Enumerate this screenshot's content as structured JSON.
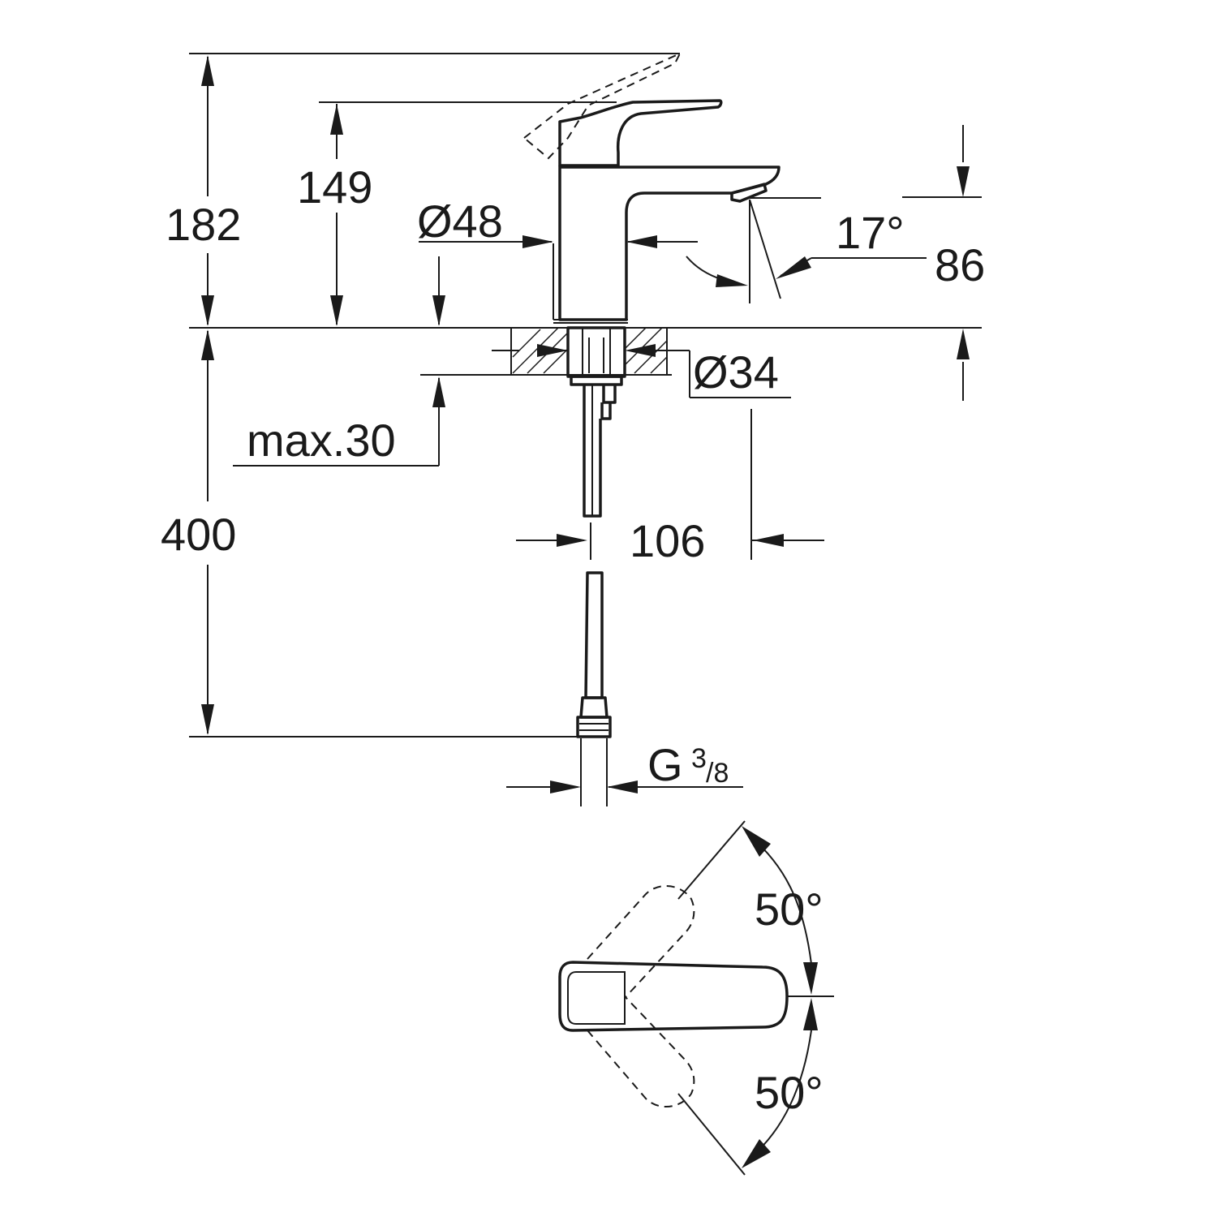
{
  "dimensions": {
    "total_height": "182",
    "spout_height": "149",
    "body_diameter": "Ø48",
    "spout_angle": "17°",
    "spout_reach": "86",
    "hole_diameter": "Ø34",
    "max_thickness": "max.30",
    "hose_length": "400",
    "projection": "106",
    "thread_main": "G",
    "thread_num": "3",
    "thread_den": "/8",
    "lever_angle_top": "50°",
    "lever_angle_bottom": "50°"
  }
}
